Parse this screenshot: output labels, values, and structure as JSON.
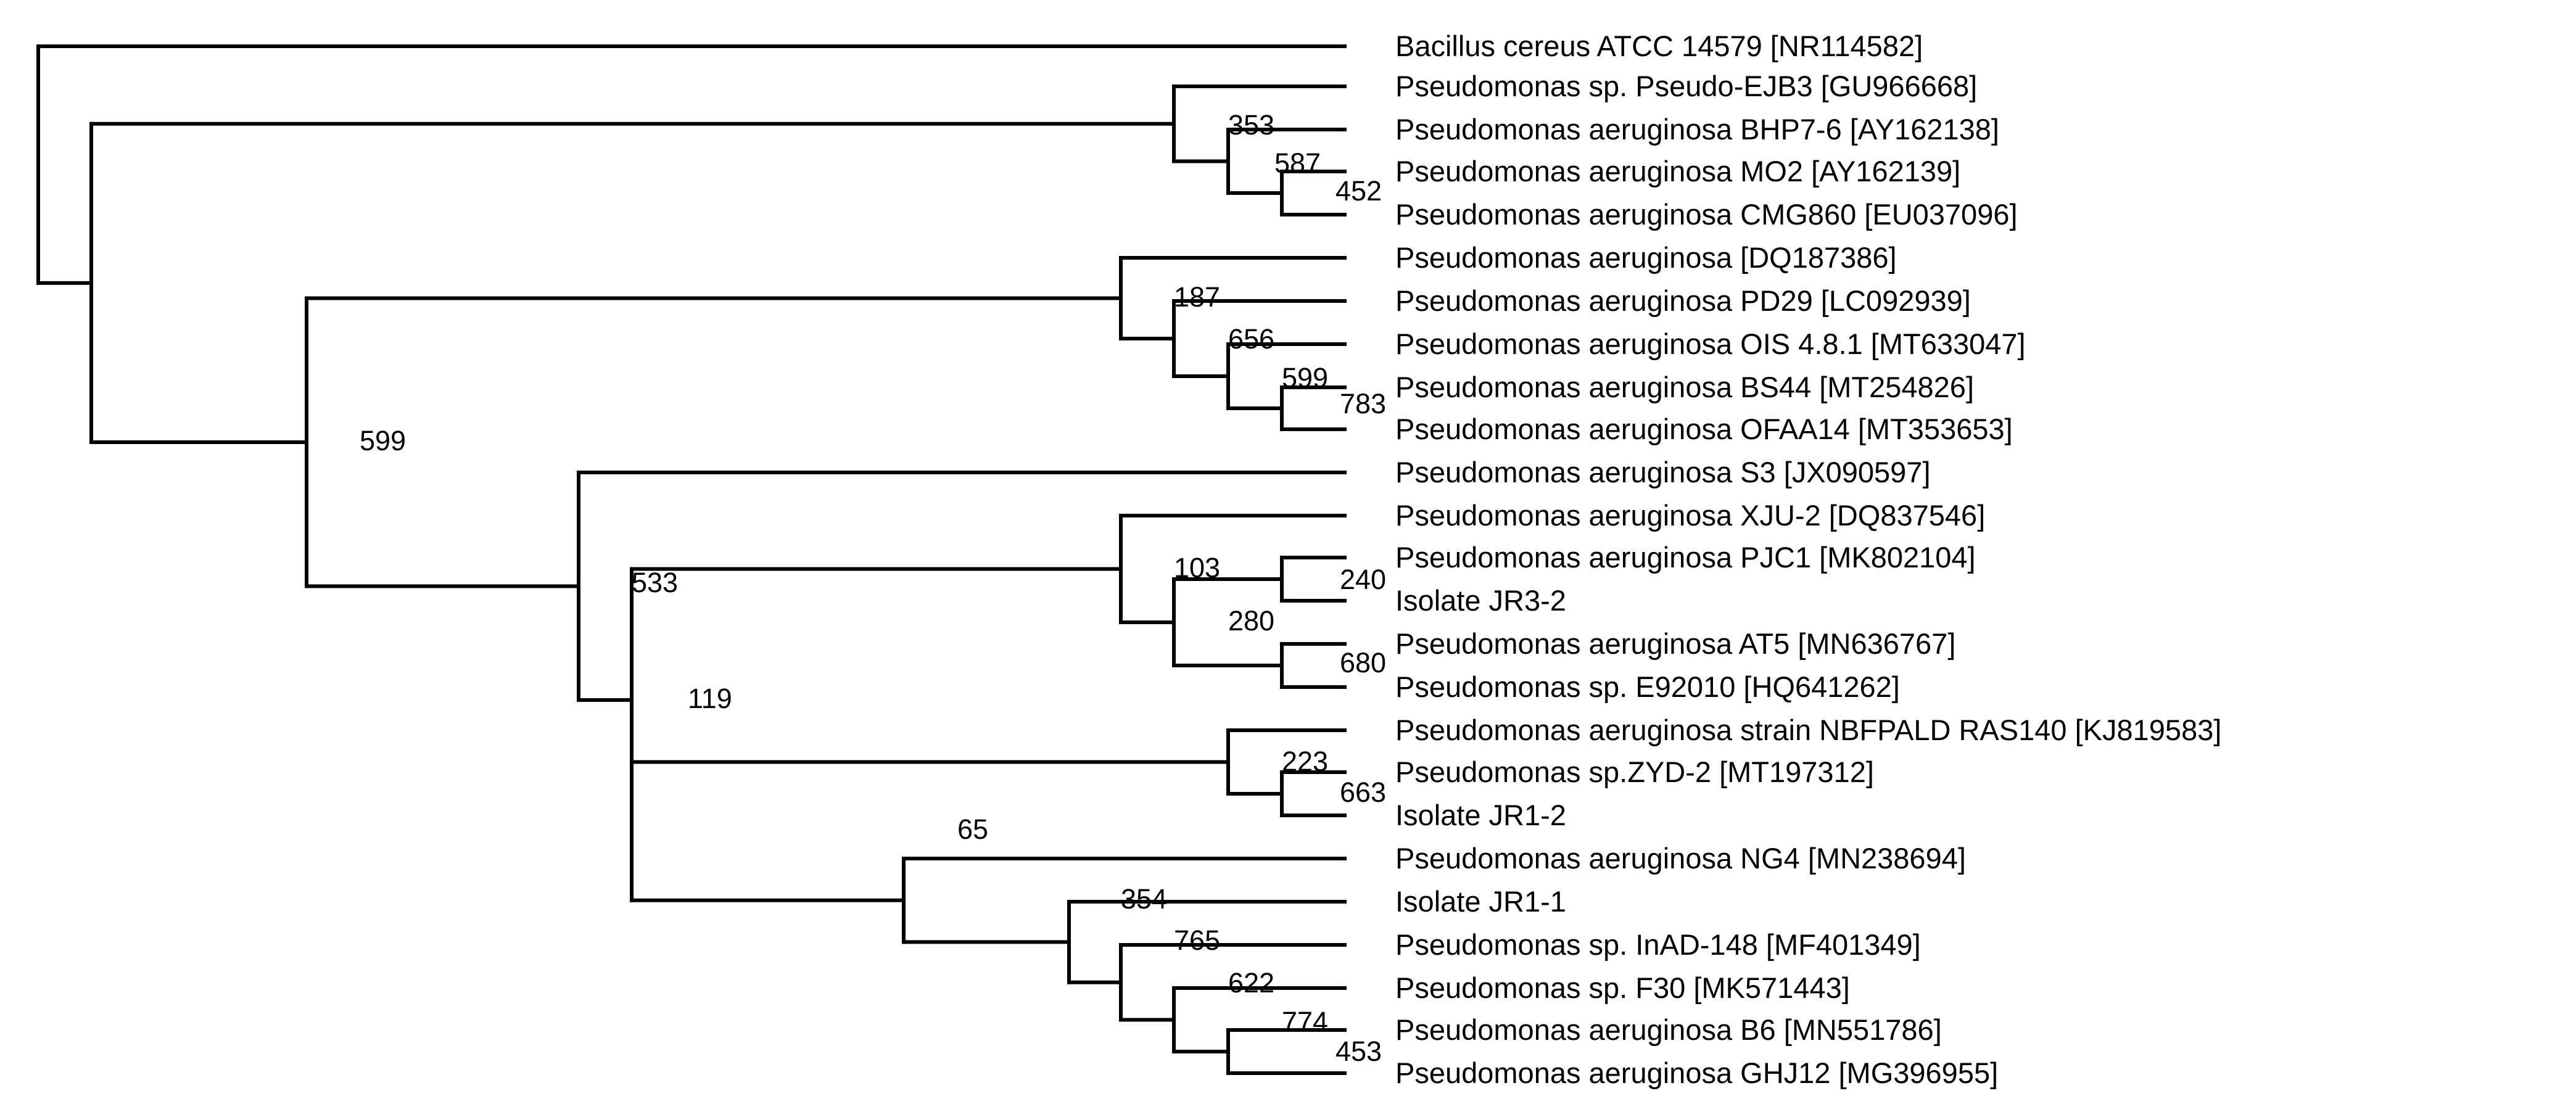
{
  "tree": {
    "line_color": "#000000",
    "text_color": "#000000",
    "leaves": [
      {
        "id": "L1",
        "label": "Bacillus cereus ATCC 14579 [NR114582]"
      },
      {
        "id": "L2",
        "label": "Pseudomonas sp. Pseudo-EJB3 [GU966668]"
      },
      {
        "id": "L3",
        "label": "Pseudomonas aeruginosa BHP7-6 [AY162138]"
      },
      {
        "id": "L4",
        "label": "Pseudomonas aeruginosa MO2 [AY162139]"
      },
      {
        "id": "L5",
        "label": "Pseudomonas aeruginosa CMG860 [EU037096]"
      },
      {
        "id": "L6",
        "label": "Pseudomonas aeruginosa [DQ187386]"
      },
      {
        "id": "L7",
        "label": "Pseudomonas aeruginosa PD29 [LC092939]"
      },
      {
        "id": "L8",
        "label": "Pseudomonas aeruginosa OIS 4.8.1 [MT633047]"
      },
      {
        "id": "L9",
        "label": "Pseudomonas aeruginosa BS44 [MT254826]"
      },
      {
        "id": "L10",
        "label": "Pseudomonas aeruginosa OFAA14 [MT353653]"
      },
      {
        "id": "L11",
        "label": "Pseudomonas aeruginosa S3 [JX090597]"
      },
      {
        "id": "L12",
        "label": "Pseudomonas aeruginosa XJU-2 [DQ837546]"
      },
      {
        "id": "L13",
        "label": "Pseudomonas aeruginosa PJC1 [MK802104]"
      },
      {
        "id": "L14",
        "label": "Isolate JR3-2"
      },
      {
        "id": "L15",
        "label": "Pseudomonas aeruginosa AT5 [MN636767]"
      },
      {
        "id": "L16",
        "label": "Pseudomonas sp. E92010 [HQ641262]"
      },
      {
        "id": "L17",
        "label": "Pseudomonas aeruginosa strain NBFPALD RAS140 [KJ819583]"
      },
      {
        "id": "L18",
        "label": "Pseudomonas sp.ZYD-2 [MT197312]"
      },
      {
        "id": "L19",
        "label": "Isolate JR1-2"
      },
      {
        "id": "L20",
        "label": "Pseudomonas aeruginosa NG4 [MN238694]"
      },
      {
        "id": "L21",
        "label": "Isolate JR1-1"
      },
      {
        "id": "L22",
        "label": "Pseudomonas sp. InAD-148 [MF401349]"
      },
      {
        "id": "L23",
        "label": "Pseudomonas sp. F30 [MK571443]"
      },
      {
        "id": "L24",
        "label": "Pseudomonas aeruginosa B6 [MN551786]"
      },
      {
        "id": "L25",
        "label": "Pseudomonas aeruginosa GHJ12 [MG396955]"
      }
    ],
    "nodes": [
      {
        "id": "root",
        "children": [
          "L1",
          "n1"
        ],
        "support": ""
      },
      {
        "id": "n1",
        "children": [
          "n2",
          "n3"
        ],
        "support": ""
      },
      {
        "id": "n2",
        "children": [
          "L2",
          "n4"
        ],
        "support": ""
      },
      {
        "id": "n4",
        "children": [
          "L3",
          "n5"
        ],
        "support": "353"
      },
      {
        "id": "n5",
        "children": [
          "L4",
          "L5"
        ],
        "support": "587"
      },
      {
        "id": "n3",
        "children": [
          "n6",
          "n7"
        ],
        "support": "599"
      },
      {
        "id": "n6",
        "children": [
          "L6",
          "n8"
        ],
        "support": ""
      },
      {
        "id": "n8",
        "children": [
          "L7",
          "n9"
        ],
        "support": "187"
      },
      {
        "id": "n9",
        "children": [
          "L8",
          "n10"
        ],
        "support": "656"
      },
      {
        "id": "n10",
        "children": [
          "L9",
          "L10"
        ],
        "support": "599"
      },
      {
        "id": "n7",
        "children": [
          "L11",
          "n11"
        ],
        "support": ""
      },
      {
        "id": "n11",
        "children": [
          "n12",
          "n13"
        ],
        "support": "533"
      },
      {
        "id": "n12",
        "children": [
          "L12",
          "n14"
        ],
        "support": ""
      },
      {
        "id": "n14",
        "children": [
          "n15",
          "n16"
        ],
        "support": "103"
      },
      {
        "id": "n15",
        "children": [
          "L13",
          "L14"
        ],
        "support": "240"
      },
      {
        "id": "n16",
        "children": [
          "L15",
          "L16"
        ],
        "support": "680"
      },
      {
        "id": "n13",
        "children": [
          "n17",
          "n18"
        ],
        "support": "119"
      },
      {
        "id": "n17",
        "children": [
          "L17",
          "n19"
        ],
        "support": ""
      },
      {
        "id": "n19",
        "children": [
          "L18",
          "L19"
        ],
        "support": "223"
      },
      {
        "id": "n18",
        "children": [
          "L20",
          "n20"
        ],
        "support": "65"
      },
      {
        "id": "n20",
        "children": [
          "L21",
          "n21"
        ],
        "support": ""
      },
      {
        "id": "n21",
        "children": [
          "L22",
          "n22"
        ],
        "support": "354"
      },
      {
        "id": "n22",
        "children": [
          "L23",
          "n23"
        ],
        "support": "765"
      },
      {
        "id": "n23",
        "children": [
          "L24",
          "L25"
        ],
        "support": "622"
      }
    ],
    "extra_labels": [
      {
        "id": "s452",
        "text": "452"
      },
      {
        "id": "s783",
        "text": "783"
      },
      {
        "id": "s280",
        "text": "280"
      },
      {
        "id": "s663",
        "text": "663"
      },
      {
        "id": "s774",
        "text": "774"
      },
      {
        "id": "s453",
        "text": "453"
      }
    ]
  }
}
